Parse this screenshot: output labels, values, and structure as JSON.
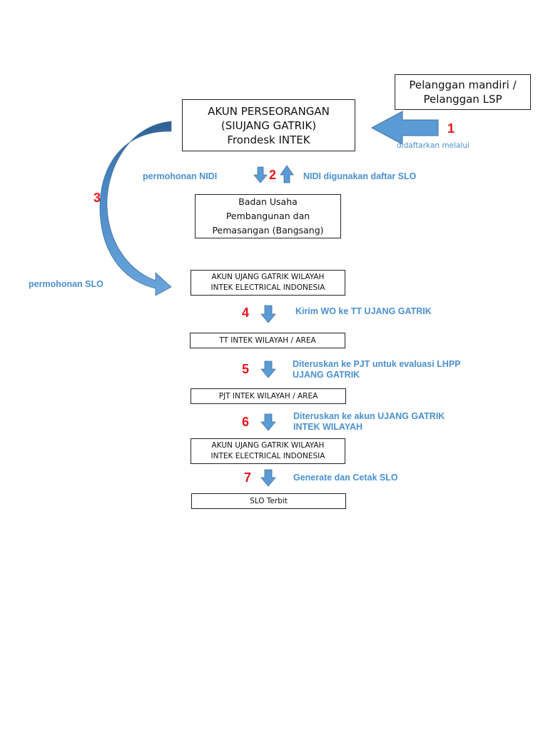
{
  "boxes": {
    "pelanggan": [
      "Pelanggan mandiri /",
      "Pelanggan LSP"
    ],
    "akun_perseorangan": [
      "AKUN PERSEORANGAN",
      "(SIUJANG GATRIK)",
      "Frondesk INTEK"
    ],
    "badan_usaha": [
      "Badan Usaha",
      "Pembangunan dan",
      "Pemasangan (Bangsang)"
    ],
    "akun_wilayah_1": [
      "AKUN UJANG GATRIK WILAYAH",
      "INTEK ELECTRICAL INDONESIA"
    ],
    "tt_intek": "TT INTEK WILAYAH / AREA",
    "pjt_intek": "PJT INTEK WILAYAH / AREA",
    "akun_wilayah_2": [
      "AKUN UJANG GATRIK WILAYAH",
      "INTEK ELECTRICAL INDONESIA"
    ],
    "slo_terbit": "SLO Terbit"
  },
  "steps": {
    "s1": "1",
    "s2": "2",
    "s3": "3",
    "s4": "4",
    "s5": "5",
    "s6": "6",
    "s7": "7"
  },
  "labels": {
    "didaftarkan": "didaftarkan melalui",
    "permohonan_nidi": "permohonan NIDI",
    "nidi_digunakan": "NIDI digunakan daftar SLO",
    "permohonan_slo": "permohonan SLO",
    "kirim_wo": "Kirim WO ke TT UJANG GATRIK",
    "diteruskan_pjt": [
      "Diteruskan ke PJT untuk evaluasi LHPP",
      "UJANG GATRIK"
    ],
    "diteruskan_akun": [
      "Diteruskan ke akun UJANG GATRIK",
      "INTEK WILAYAH"
    ],
    "generate": "Generate dan Cetak SLO"
  },
  "colors": {
    "arrow": "#5b9bd5",
    "arrow_edge": "#41719c",
    "step_number": "#e8141c",
    "label": "#4a90d0"
  }
}
